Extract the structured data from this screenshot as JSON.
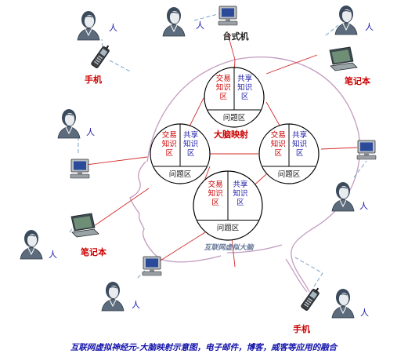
{
  "colors": {
    "link_line": "#d42a2a",
    "dash_line": "#7aa2c8",
    "head_outline": "#c39bc0",
    "circle_stroke": "#000000",
    "trade_text": "#cc0000",
    "share_text": "#1a1aaa",
    "device_label": "#cc0000",
    "center_label": "#cc0000",
    "person_label": "#1a1aaa",
    "caption": "#1111aa",
    "brain_label": "#6a7a9a"
  },
  "labels": {
    "desktop_top": "台式机",
    "phone_top_left": "手机",
    "laptop_top_right": "笔记本",
    "laptop_bottom_left": "笔记本",
    "phone_bottom": "手机",
    "center_mapping": "大脑映射",
    "virtual_brain": "互联网虚拟大脑",
    "person": "人"
  },
  "knowledge_units": [
    {
      "id": "top",
      "trade": [
        "交易",
        "知识",
        "区"
      ],
      "share": [
        "共享",
        "知识",
        "区"
      ],
      "issue": "问题区"
    },
    {
      "id": "left",
      "trade": [
        "交易",
        "知识",
        "区"
      ],
      "share": [
        "共享",
        "知识",
        "区"
      ],
      "issue": "问题区"
    },
    {
      "id": "right",
      "trade": [
        "交易",
        "知识",
        "区"
      ],
      "share": [
        "共享",
        "知识",
        "区"
      ],
      "issue": "问题区"
    },
    {
      "id": "bottom",
      "trade": [
        "交易",
        "知识",
        "区"
      ],
      "share": [
        "共享",
        "知识",
        "区"
      ],
      "issue": "问题区"
    }
  ],
  "caption": "互联网虚拟神经元-大脑映射示意图，电子邮件，博客，威客等应用的融合",
  "icons": [
    "person-icon",
    "desktop-computer-icon",
    "laptop-icon",
    "mobile-phone-icon"
  ]
}
